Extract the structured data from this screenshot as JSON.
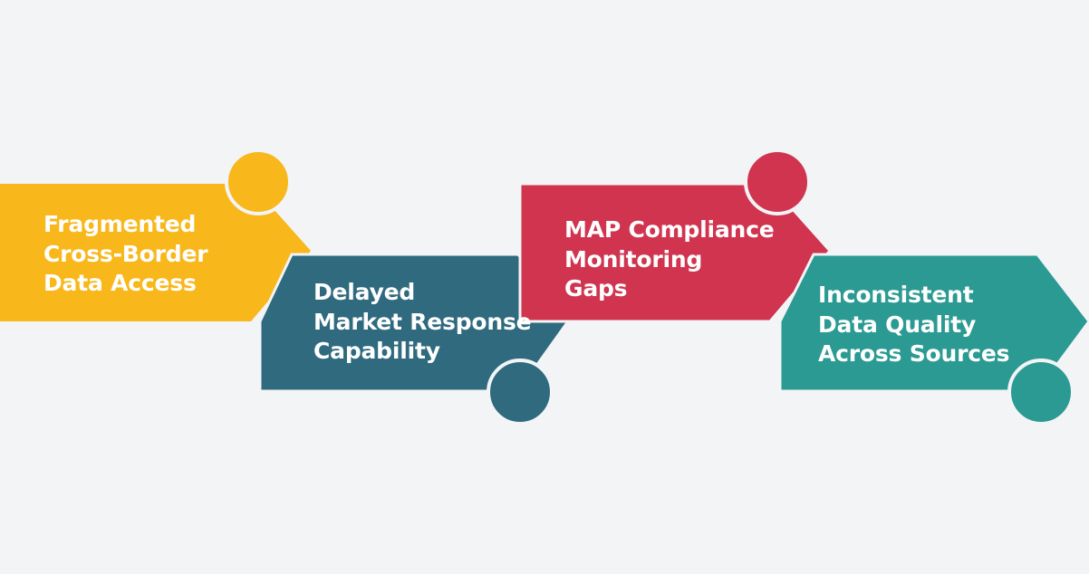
{
  "colors": {
    "background": "#f3f4f6",
    "step_1": "#f8b71a",
    "step_2": "#2f6a7f",
    "step_3": "#d0344f",
    "step_4": "#2a9a92",
    "text": "#ffffff"
  },
  "steps": [
    {
      "lines": [
        "Fragmented",
        "Cross-Border",
        "Data Access"
      ]
    },
    {
      "lines": [
        "Delayed",
        "Market Response",
        "Capability"
      ]
    },
    {
      "lines": [
        "MAP Compliance",
        "Monitoring",
        "Gaps"
      ]
    },
    {
      "lines": [
        "Inconsistent",
        "Data Quality",
        "Across Sources"
      ]
    }
  ]
}
